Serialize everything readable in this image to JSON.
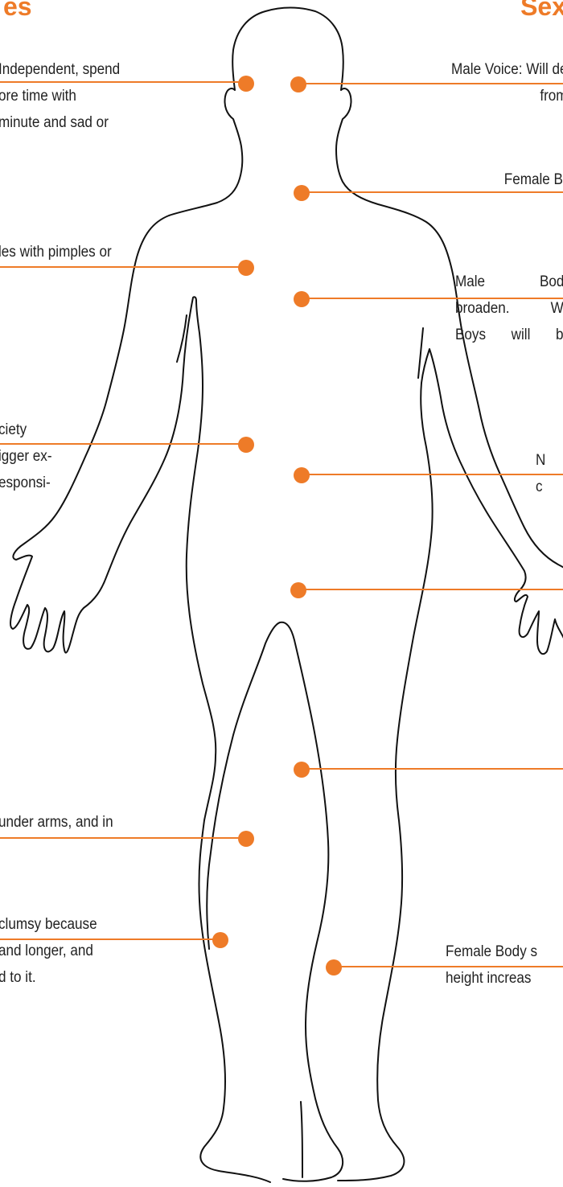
{
  "headings": {
    "left": "es",
    "right": "Sex"
  },
  "colors": {
    "accent": "#ee7b28",
    "outline": "#111111",
    "text": "#222222"
  },
  "left_labels": [
    {
      "lines": [
        "Independent, spend",
        "ore time with",
        "minute and sad or"
      ]
    },
    {
      "lines": [
        "les with pimples or"
      ]
    },
    {
      "lines": [
        "ciety",
        "igger ex-",
        "esponsi-"
      ]
    },
    {
      "lines": [
        "under arms, and in"
      ]
    },
    {
      "lines": [
        "clumsy because",
        "and longer, and",
        "d to it."
      ]
    }
  ],
  "right_labels": [
    {
      "lines": [
        "Male Voice: Will de",
        "from"
      ]
    },
    {
      "lines": [
        "Female Br"
      ]
    },
    {
      "lines": [
        "Male  Body",
        "broaden.  We",
        "Boys  will  be"
      ]
    },
    {
      "lines": [
        "N",
        "c"
      ]
    },
    {
      "lines": []
    },
    {
      "lines": []
    },
    {
      "lines": [
        "Female Body s",
        "height increas"
      ]
    }
  ]
}
